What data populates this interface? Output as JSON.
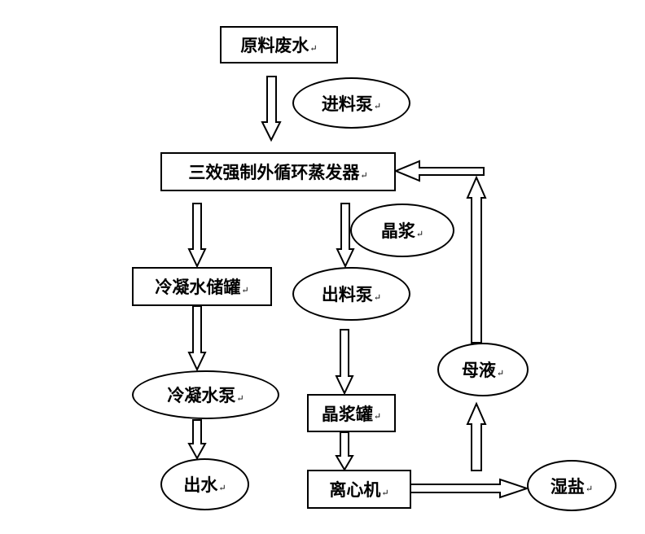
{
  "paragraph_mark": "↵",
  "nodes": {
    "raw_wastewater": "原料废水",
    "feed_pump": "进料泵",
    "evaporator": "三效强制外循环蒸发器",
    "crystal_slurry": "晶浆",
    "condensate_tank": "冷凝水储罐",
    "discharge_pump": "出料泵",
    "mother_liquor": "母液",
    "condensate_pump": "冷凝水泵",
    "slurry_tank": "晶浆罐",
    "water_out": "出水",
    "centrifuge": "离心机",
    "wet_salt": "湿盐"
  }
}
